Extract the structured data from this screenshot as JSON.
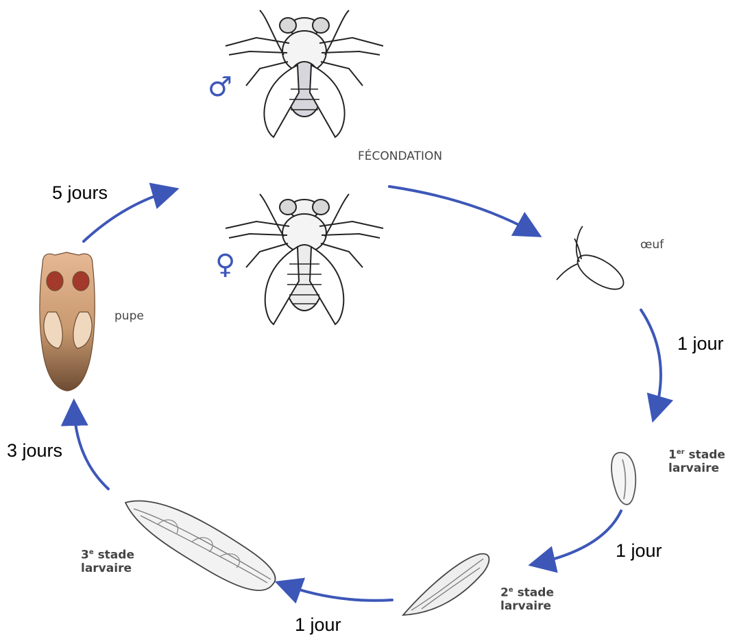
{
  "labels": {
    "fecondation": "FÉCONDATION",
    "oeuf": "œuf",
    "pupe": "pupe",
    "stage1_num": "1",
    "stage1_sup": "er",
    "stage1_word": "stade",
    "stage1_line2": "larvaire",
    "stage2_num": "2",
    "stage2_sup": "e",
    "stage2_word": "stade",
    "stage2_line2": "larvaire",
    "stage3_num": "3",
    "stage3_sup": "e",
    "stage3_word": "stade",
    "stage3_line2": "larvaire"
  },
  "symbols": {
    "male": "♂",
    "female": "♀"
  },
  "durations": {
    "pupa_to_adult": "5 jours",
    "egg_to_larva1": "1 jour",
    "larva1_to_larva2": "1 jour",
    "larva2_to_larva3": "1 jour",
    "larva3_to_pupa": "3 jours"
  },
  "colors": {
    "arrow": "#3d57b8",
    "pupa_body": "#d4a57a",
    "pupa_eye": "#a3392a",
    "pupa_tail": "#7b5a3f"
  }
}
